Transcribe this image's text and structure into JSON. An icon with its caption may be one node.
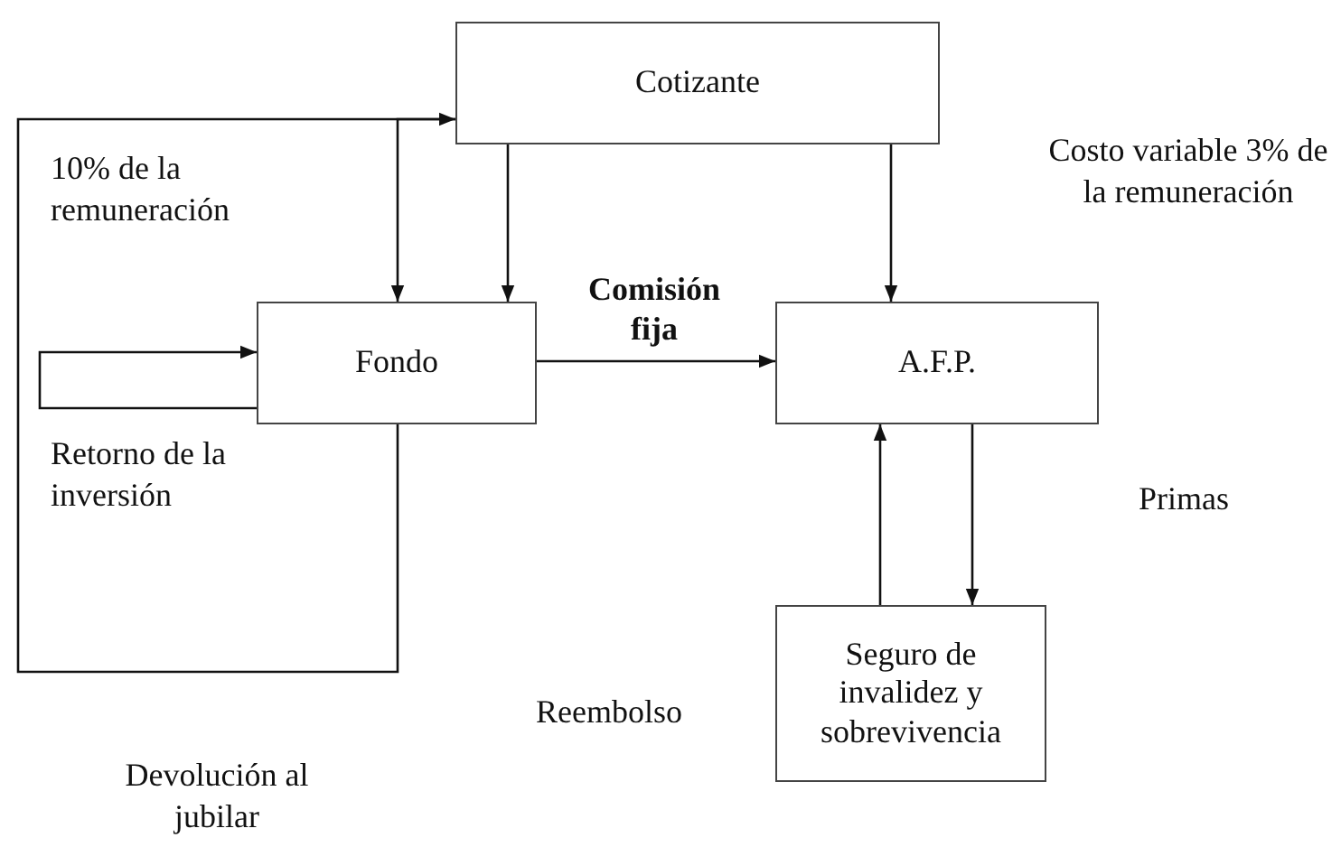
{
  "diagram": {
    "nodes": [
      {
        "text": [
          "Cotizante"
        ]
      },
      {
        "text": [
          "Fondo"
        ]
      },
      {
        "text": [
          "A.F.P."
        ]
      },
      {
        "text": [
          "Seguro de invalidez y sobrevivencia"
        ]
      }
    ],
    "edges": [
      {
        "from": 0,
        "to": 1,
        "arrow": "to"
      },
      {
        "from": 0,
        "to": 2,
        "arrow": "to"
      },
      {
        "from": 1,
        "to": 2,
        "arrow": "to",
        "label": "Comisión fija"
      },
      {
        "from": 2,
        "to": 3,
        "arrow": "to"
      },
      {
        "from": 3,
        "to": 2,
        "arrow": "to"
      },
      {
        "from": 1,
        "to": 0,
        "arrow": "to"
      },
      {
        "from": 0,
        "to": 1,
        "arrow": "to"
      },
      {
        "from": 1,
        "to": 1,
        "arrow": "to"
      }
    ],
    "labels": [
      "10% de la remuneración",
      "Costo variable 3% de la remuneración",
      "Retorno de la inversión",
      "Primas",
      "Reembolso",
      "Devolución al jubilar"
    ]
  }
}
